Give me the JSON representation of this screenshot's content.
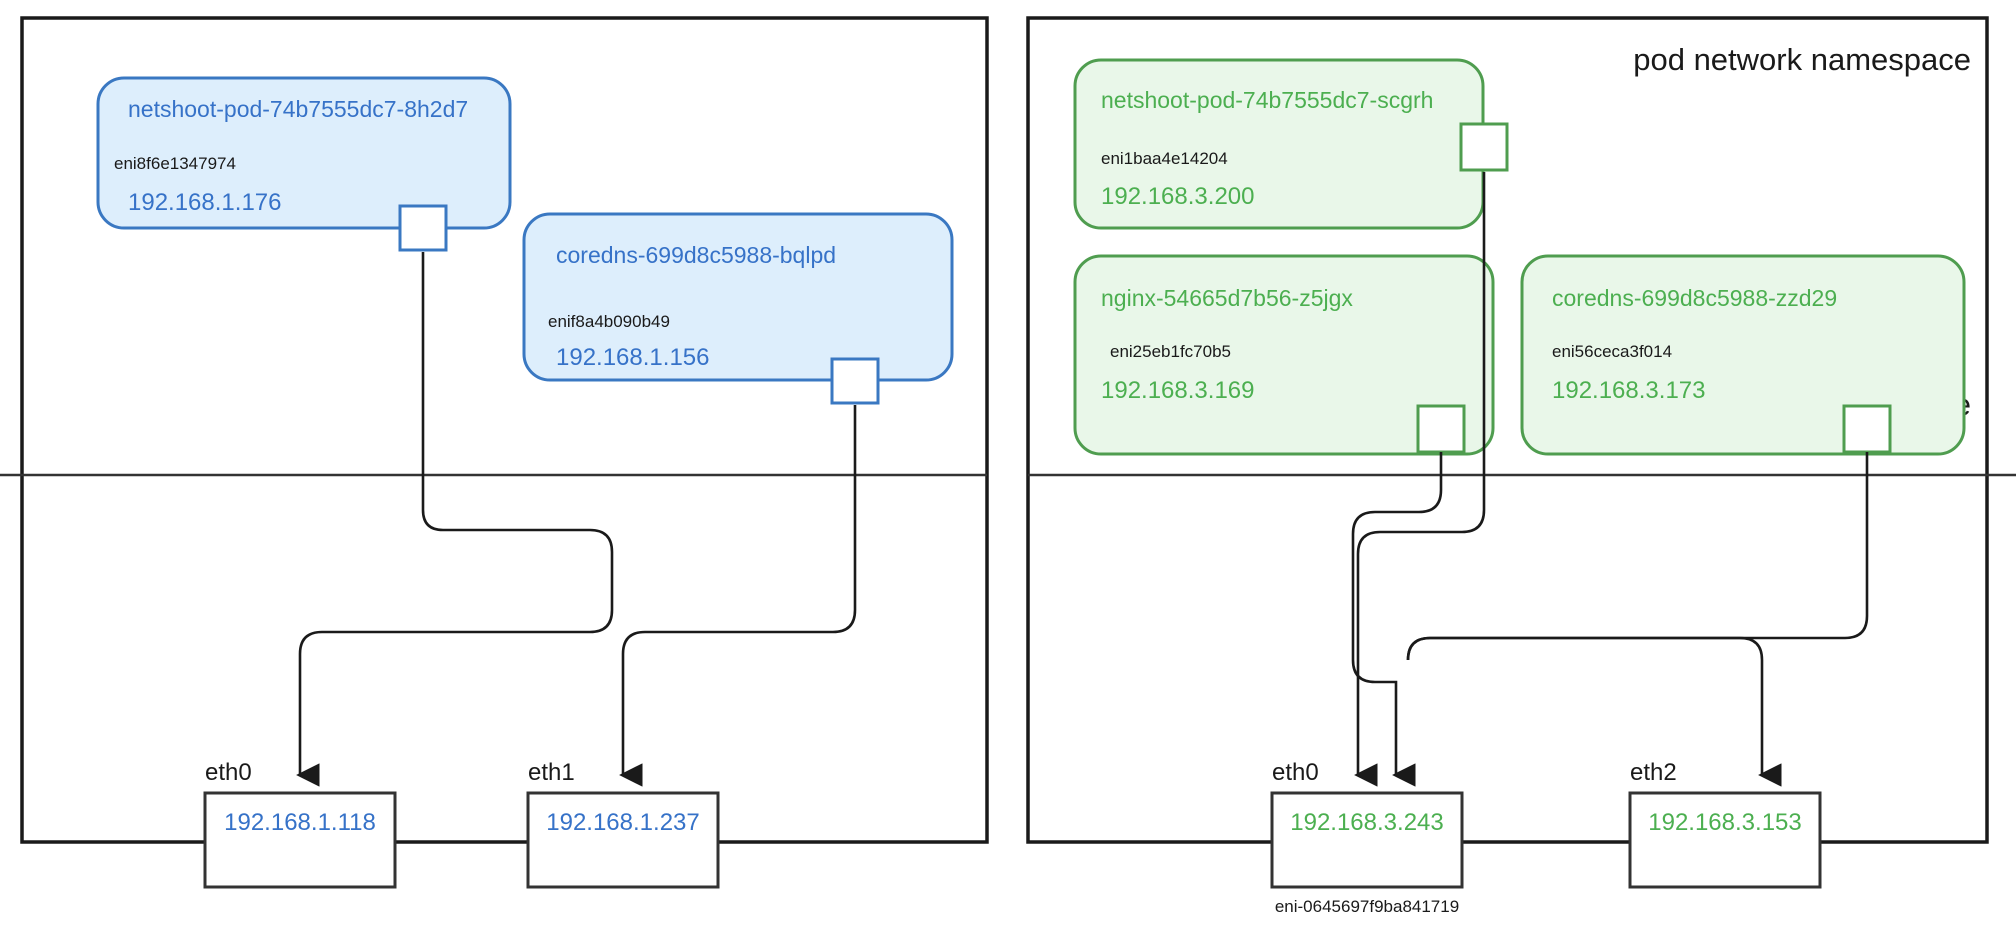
{
  "namespaces": {
    "pod_label": "pod network namespace",
    "root_label": "root namespace"
  },
  "colors": {
    "blue_fill": "#ddeefc",
    "blue_stroke": "#3a78c2",
    "blue_text": "#3672c8",
    "green_fill": "#e9f7e9",
    "green_stroke": "#4f9d4f",
    "green_text": "#4caf50",
    "black": "#1a1a1a",
    "link": "#1a1a1a"
  },
  "left_group": {
    "ip_color": "#3672c8",
    "pods": [
      {
        "name": "netshoot-pod-74b7555dc7-8h2d7",
        "eni": "eni8f6e1347974",
        "ip": "192.168.1.176"
      },
      {
        "name": "coredns-699d8c5988-bqlpd",
        "eni": "enif8a4b090b49",
        "ip": "192.168.1.156"
      }
    ],
    "interfaces": [
      {
        "label": "eth0",
        "ip": "192.168.1.118"
      },
      {
        "label": "eth1",
        "ip": "192.168.1.237"
      }
    ],
    "footnote": ""
  },
  "right_group": {
    "ip_color": "#4caf50",
    "pods": [
      {
        "name": "netshoot-pod-74b7555dc7-scgrh",
        "eni": "eni1baa4e14204",
        "ip": "192.168.3.200"
      },
      {
        "name": "nginx-54665d7b56-z5jgx",
        "eni": "eni25eb1fc70b5",
        "ip": "192.168.3.169"
      },
      {
        "name": "coredns-699d8c5988-zzd29",
        "eni": "eni56ceca3f014",
        "ip": "192.168.3.173"
      }
    ],
    "interfaces": [
      {
        "label": "eth0",
        "ip": "192.168.3.243"
      },
      {
        "label": "eth2",
        "ip": "192.168.3.153"
      }
    ],
    "footnote": "eni-0645697f9ba841719"
  }
}
